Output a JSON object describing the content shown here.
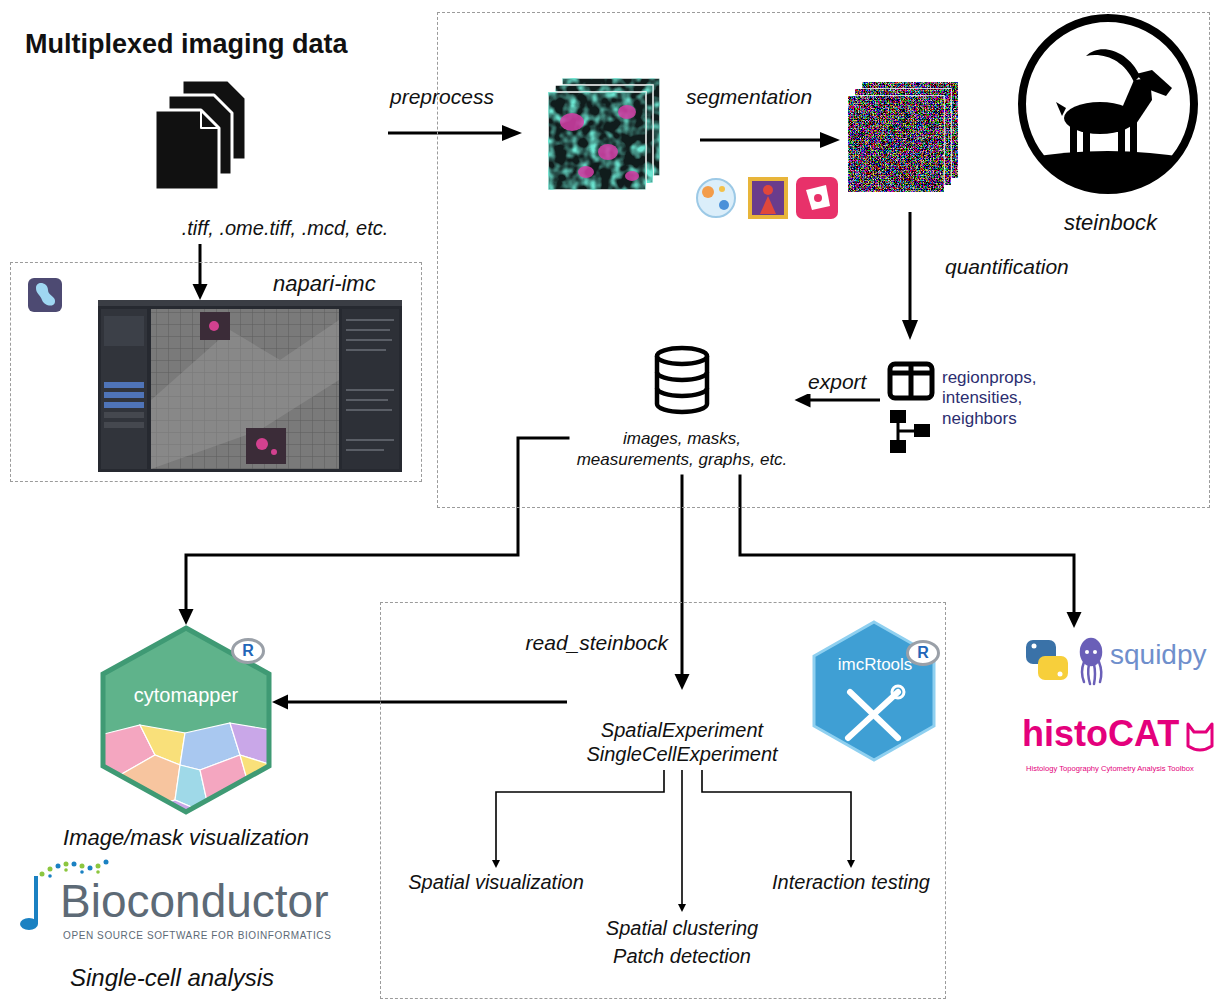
{
  "diagram": {
    "title": "Multiplexed imaging data",
    "nodes": [
      {
        "text": [
          ".tiff, .ome.tiff, .mcd, etc."
        ]
      },
      {
        "text": [
          "steinbock"
        ]
      },
      {
        "text": [
          "regionprops, intensities, neighbors"
        ],
        "in": 1
      },
      {
        "text": [
          "images, masks, measurements, graphs, etc."
        ],
        "in": 1
      },
      {
        "text": [
          "napari-imc"
        ]
      },
      {
        "text": [
          "cytomapper",
          "Image/mask visualization"
        ]
      },
      {
        "text": [
          "imcRtools"
        ]
      },
      {
        "text": [
          "SpatialExperiment SingleCellExperiment"
        ],
        "in": 6
      },
      {
        "text": [
          "Spatial visualization"
        ],
        "in": 6
      },
      {
        "text": [
          "Spatial clustering Patch detection"
        ],
        "in": 6
      },
      {
        "text": [
          "Interaction testing"
        ],
        "in": 6
      },
      {
        "text": [
          "squidpy",
          "histoCAT",
          "Histology Topography Cytometry Analysis Toolbox"
        ]
      }
    ],
    "edges": [
      {
        "from": 0,
        "to": 4,
        "arrow": "to"
      },
      {
        "from": 2,
        "to": 3,
        "label": "export",
        "arrow": "to"
      },
      {
        "from": 3,
        "to": 5,
        "arrow": "to"
      },
      {
        "from": 3,
        "to": 7,
        "label": "read_steinbock",
        "arrow": "to"
      },
      {
        "from": 3,
        "to": 11,
        "arrow": "to"
      },
      {
        "from": 7,
        "to": 5,
        "arrow": "to"
      },
      {
        "from": 7,
        "to": 8,
        "arrow": "to"
      },
      {
        "from": 7,
        "to": 9,
        "arrow": "to"
      },
      {
        "from": 7,
        "to": 10,
        "arrow": "to"
      }
    ],
    "labels": [
      "preprocess",
      "segmentation",
      "quantification",
      "R",
      "R",
      "Bioconductor",
      "OPEN SOURCE SOFTWARE FOR BIOINFORMATICS",
      "Single-cell analysis"
    ]
  }
}
